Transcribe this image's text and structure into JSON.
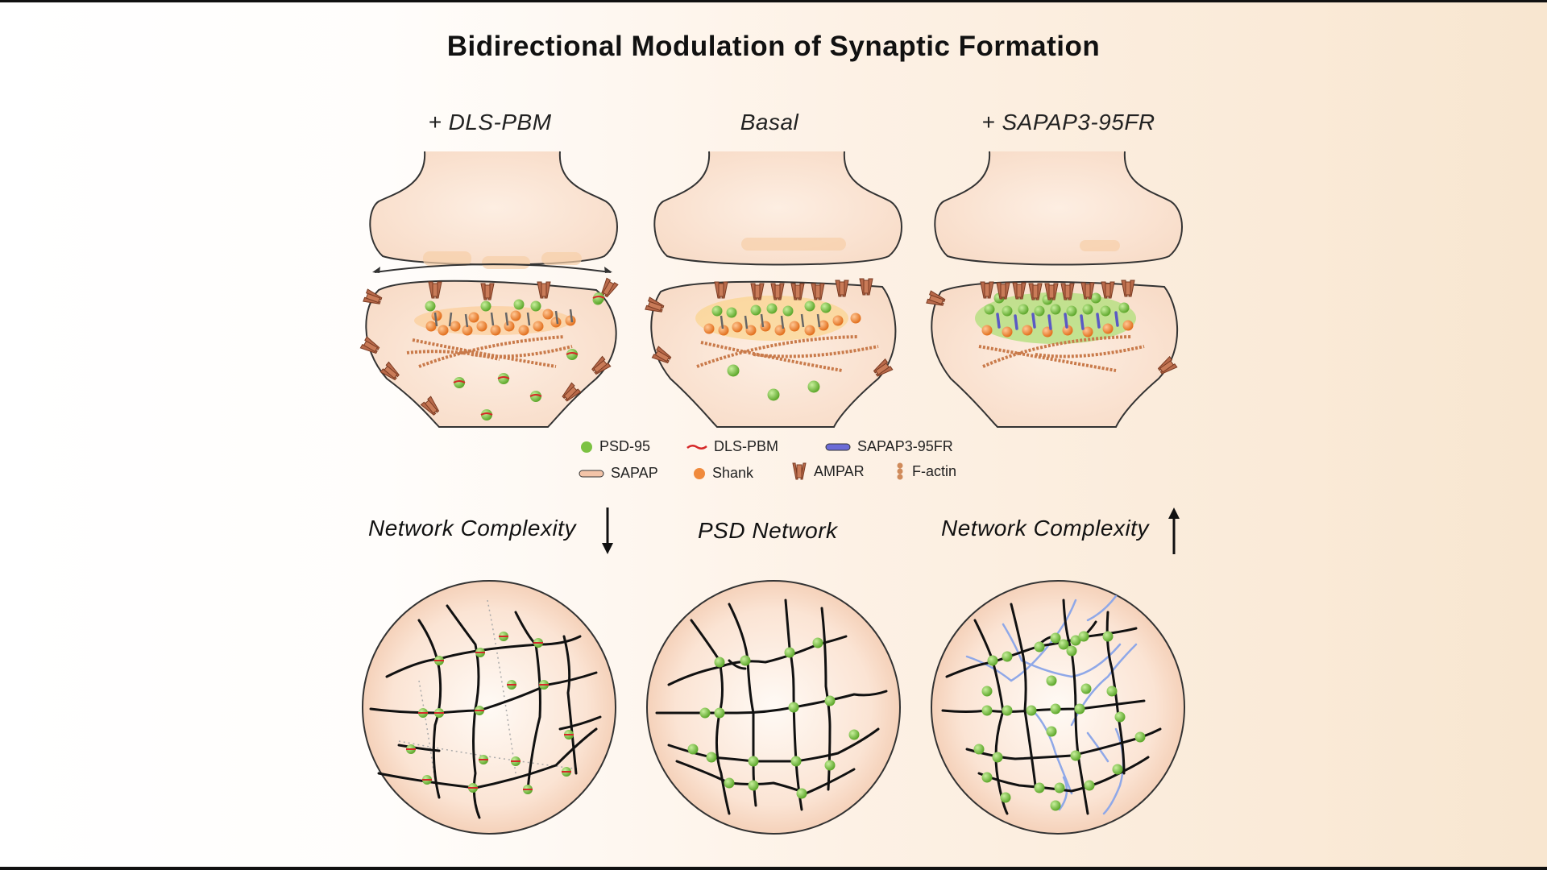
{
  "title": "Bidirectional Modulation of Synaptic Formation",
  "conditions": {
    "left": "+ DLS-PBM",
    "middle": "Basal",
    "right": "+ SAPAP3-95FR"
  },
  "legend": {
    "psd95": "PSD-95",
    "dlspbm": "DLS-PBM",
    "sapap395fr": "SAPAP3-95FR",
    "sapap": "SAPAP",
    "shank": "Shank",
    "ampar": "AMPAR",
    "factin": "F-actin"
  },
  "network_labels": {
    "left": "Network Complexity",
    "middle": "PSD Network",
    "right": "Network Complexity"
  },
  "colors": {
    "psd95": "#7cc242",
    "shank": "#f08a3c",
    "dlspbm": "#d62828",
    "sapap395fr": "#6b6bd6",
    "ampar": "#b8694a",
    "factin": "#d08b5b"
  }
}
